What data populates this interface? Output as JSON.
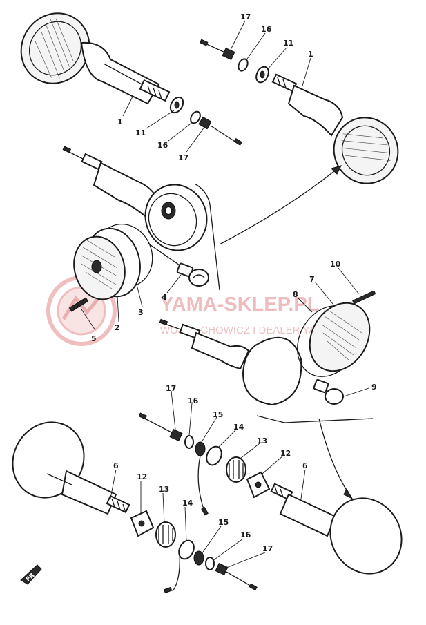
{
  "watermark": {
    "brand": "YAMA-SKLEP.PL",
    "tagline": "WOJCIECHOWICZ I DEALER YAMAHA"
  },
  "front_label": "FR",
  "callouts": {
    "top_left": {
      "p1": "1",
      "p11": "11",
      "p16": "16",
      "p17": "17"
    },
    "top_right": {
      "p17": "17",
      "p16": "16",
      "p11": "11",
      "p1": "1"
    },
    "middle_left": {
      "p2": "2",
      "p3": "3",
      "p4": "4",
      "p5": "5"
    },
    "middle_right": {
      "p7": "7",
      "p8": "8",
      "p9": "9",
      "p10": "10"
    },
    "bottom_upper": {
      "p17": "17",
      "p16": "16",
      "p15": "15",
      "p14": "14",
      "p13": "13",
      "p12": "12",
      "p6": "6"
    },
    "bottom_lower": {
      "p6": "6",
      "p12": "12",
      "p13": "13",
      "p14": "14",
      "p15": "15",
      "p16": "16",
      "p17": "17"
    }
  }
}
